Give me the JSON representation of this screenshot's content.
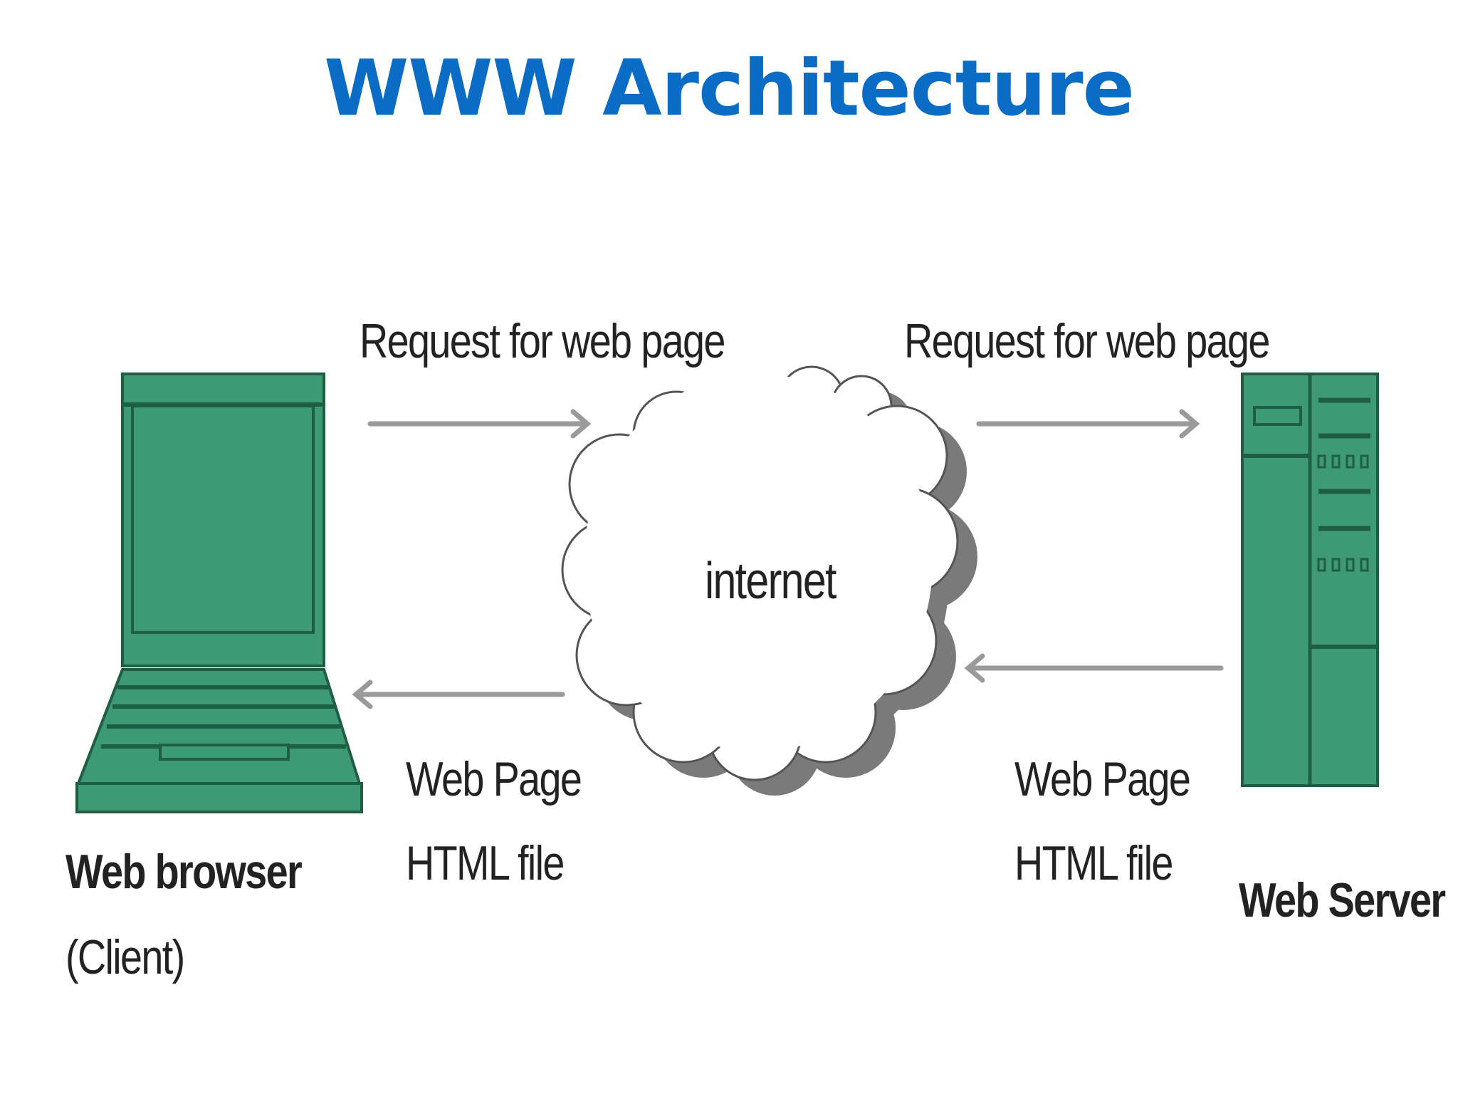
{
  "title": "WWW Architecture",
  "labels": {
    "request_left": "Request for web page",
    "request_right": "Request for web page",
    "cloud": "internet",
    "response_left_line1": "Web Page",
    "response_left_line2": "HTML file",
    "response_right_line1": "Web Page",
    "response_right_line2": "HTML file",
    "client_line1": "Web browser",
    "client_line2": "(Client)",
    "server": "Web Server"
  },
  "colors": {
    "title": "#0a6cc4",
    "device_fill": "#3e9a74",
    "device_dark": "#1f5e45",
    "arrow": "#9a9a9a",
    "cloud_shadow": "#7a7a7a",
    "text": "#222222"
  },
  "icons": {
    "client": "laptop-icon",
    "network": "cloud-icon",
    "server": "server-tower-icon"
  }
}
